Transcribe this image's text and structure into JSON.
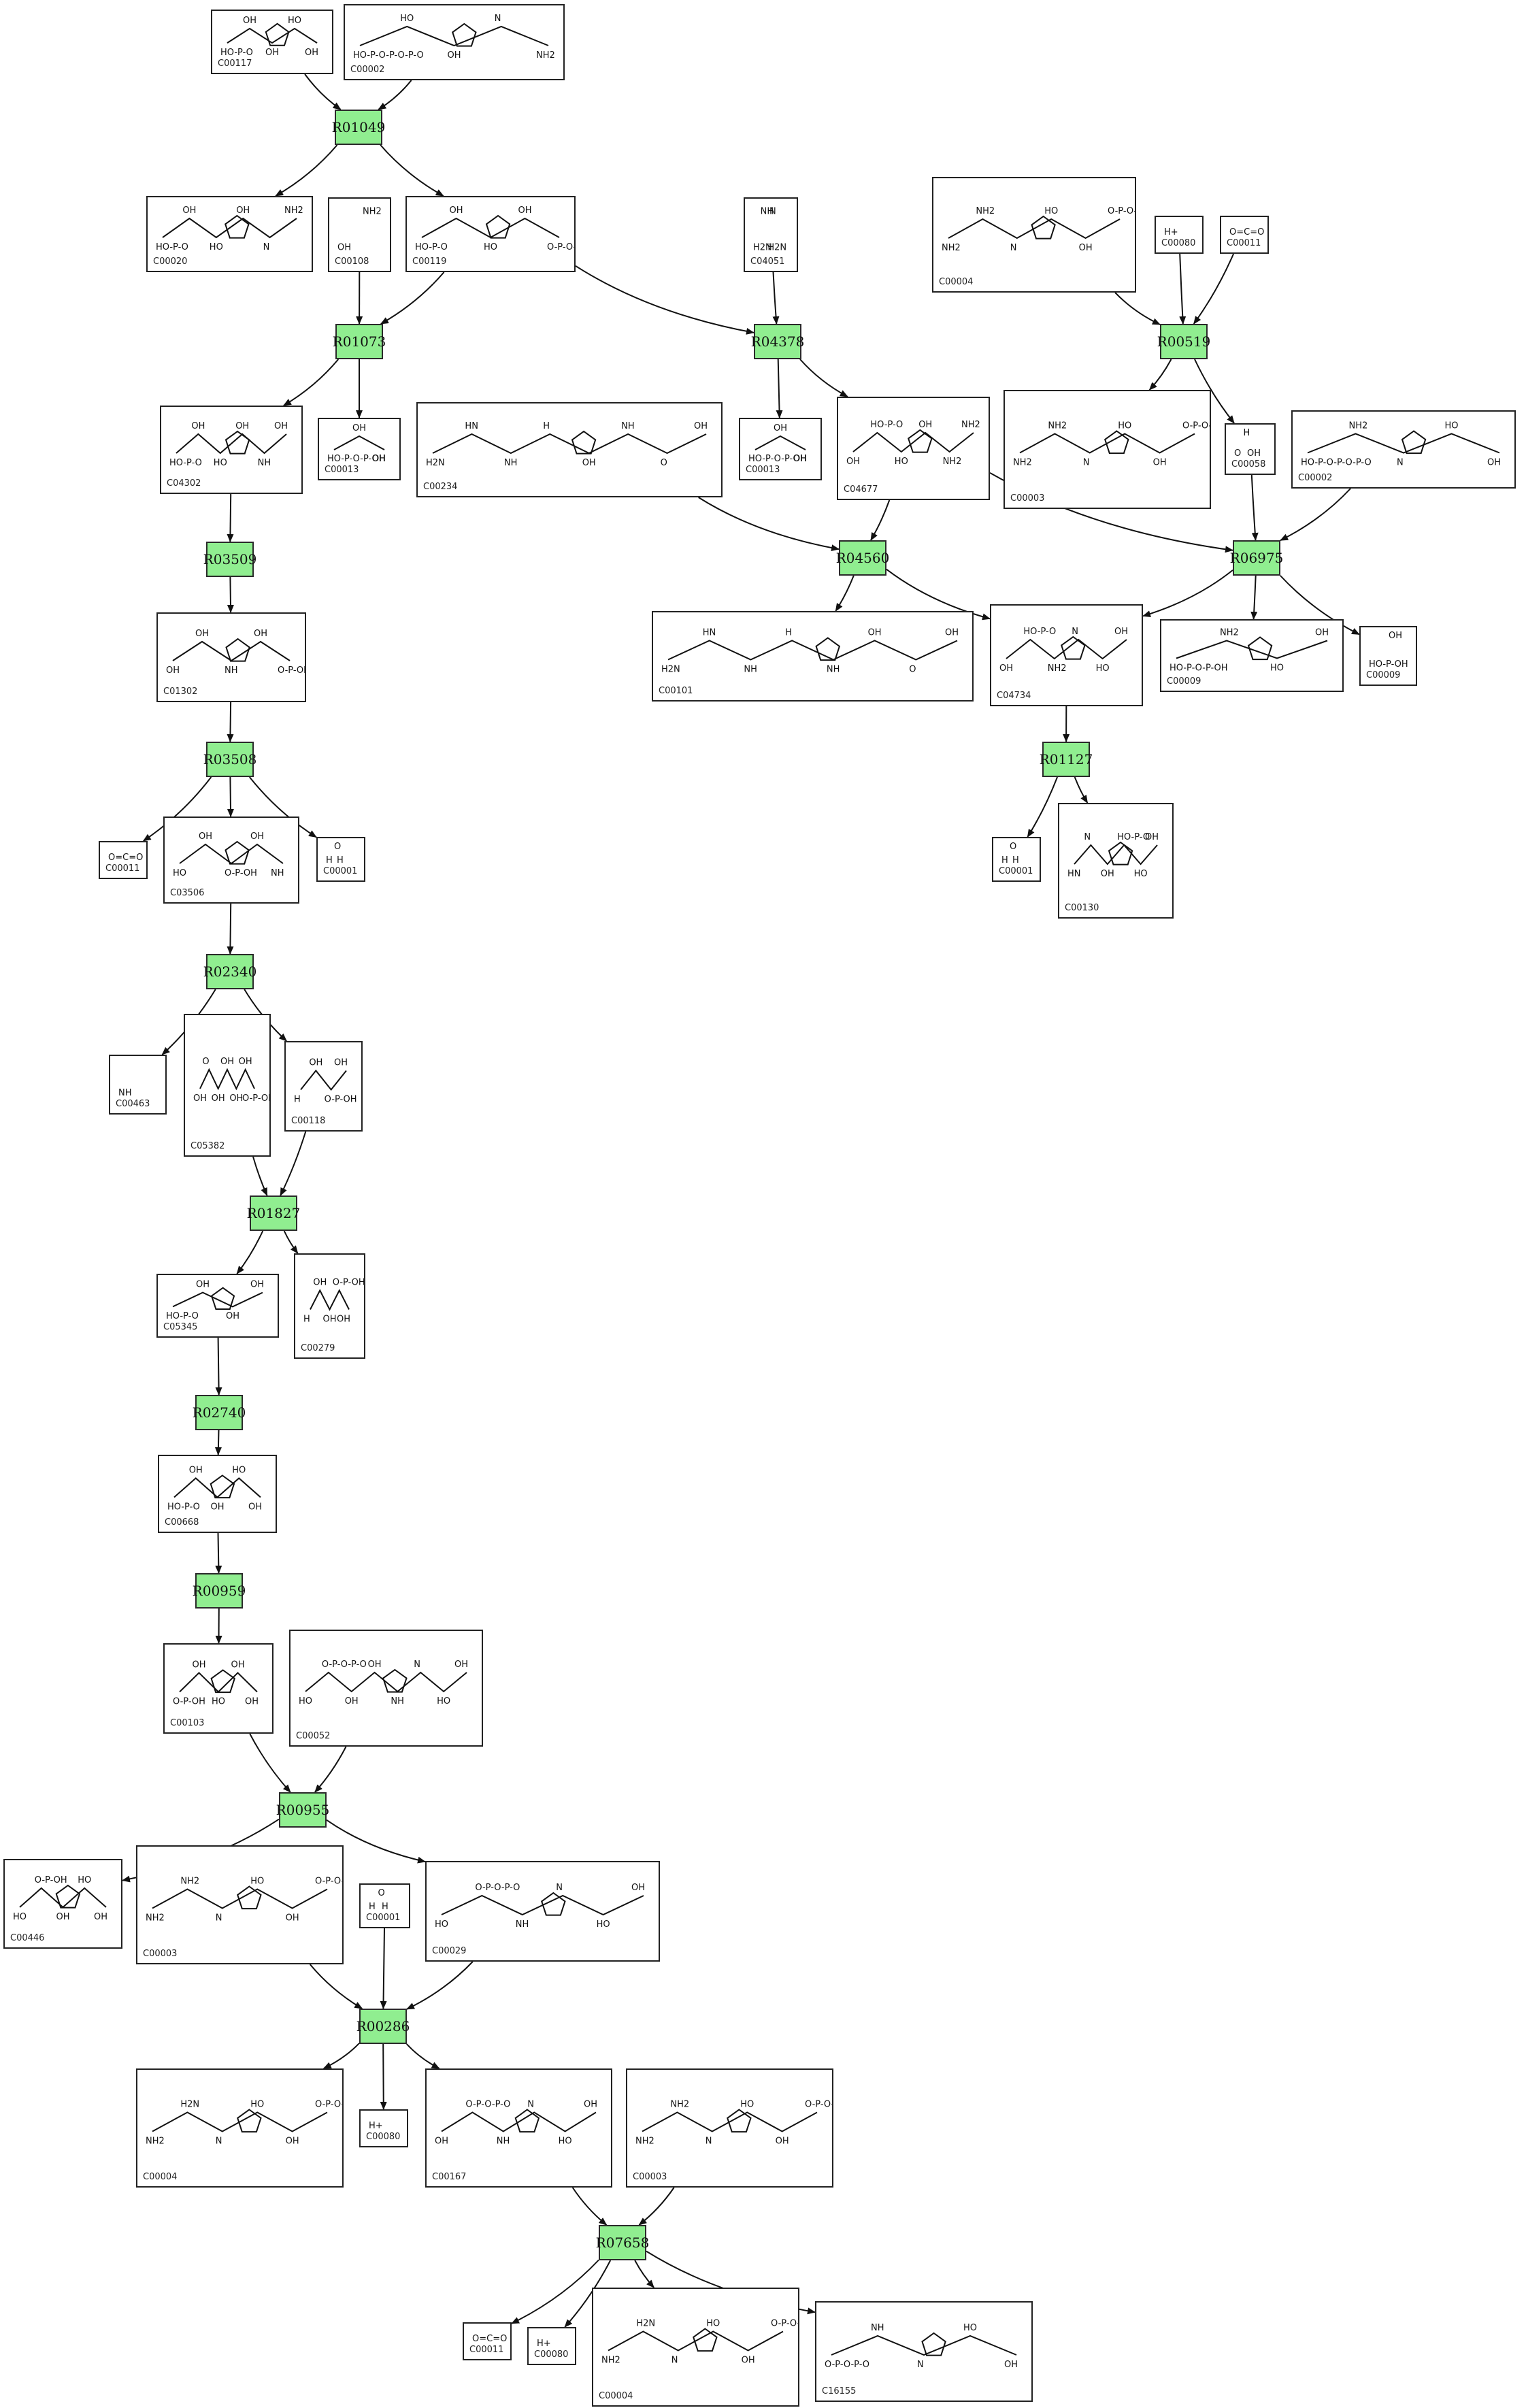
{
  "reactions": [
    {
      "id": "R01049",
      "label": "R01049"
    },
    {
      "id": "R01073",
      "label": "R01073"
    },
    {
      "id": "R04378",
      "label": "R04378"
    },
    {
      "id": "R00519",
      "label": "R00519"
    },
    {
      "id": "R03509",
      "label": "R03509"
    },
    {
      "id": "R04560",
      "label": "R04560"
    },
    {
      "id": "R06975",
      "label": "R06975"
    },
    {
      "id": "R03508",
      "label": "R03508"
    },
    {
      "id": "R01127",
      "label": "R01127"
    },
    {
      "id": "R02340",
      "label": "R02340"
    },
    {
      "id": "R01827",
      "label": "R01827"
    },
    {
      "id": "R02740",
      "label": "R02740"
    },
    {
      "id": "R00959",
      "label": "R00959"
    },
    {
      "id": "R00955",
      "label": "R00955"
    },
    {
      "id": "R00286",
      "label": "R00286"
    },
    {
      "id": "R07658",
      "label": "R07658"
    }
  ],
  "compounds": [
    {
      "key": "c1",
      "label": "C00117",
      "structure_text": [
        "HO-P-O",
        "OH",
        "OH",
        "HO",
        "OH"
      ]
    },
    {
      "key": "c2",
      "label": "C00002",
      "structure_text": [
        "HO-P-O-P-O-P-O",
        "HO",
        "OH",
        "N",
        "NH2"
      ]
    },
    {
      "key": "c3",
      "label": "C00020",
      "structure_text": [
        "HO-P-O",
        "OH",
        "HO",
        "OH",
        "N",
        "NH2"
      ]
    },
    {
      "key": "c4",
      "label": "C00108",
      "structure_text": [
        "OH",
        "NH2"
      ]
    },
    {
      "key": "c5",
      "label": "C00119",
      "structure_text": [
        "HO-P-O",
        "OH",
        "HO",
        "OH",
        "O-P-O-P-OH"
      ]
    },
    {
      "key": "c6",
      "label": "C04051",
      "structure_text": [
        "H2N",
        "NH",
        "H2N",
        "N"
      ]
    },
    {
      "key": "c7",
      "label": "C00004",
      "structure_text": [
        "NH2",
        "NH2",
        "N",
        "HO",
        "OH",
        "O-P-O-P-O"
      ]
    },
    {
      "key": "c8",
      "label": "C00080",
      "structure_text": [
        "H+"
      ]
    },
    {
      "key": "c9",
      "label": "C00011",
      "structure_text": [
        "O=C=O"
      ]
    },
    {
      "key": "c10",
      "label": "C04302",
      "structure_text": [
        "HO-P-O",
        "OH",
        "HO",
        "OH",
        "NH",
        "OH"
      ]
    },
    {
      "key": "c11",
      "label": "C00013",
      "structure_text": [
        "HO-P-O-P-OH",
        "OH",
        "OH"
      ]
    },
    {
      "key": "c12",
      "label": "C00234",
      "structure_text": [
        "H2N",
        "HN",
        "NH",
        "H",
        "OH",
        "NH",
        "O",
        "OH"
      ]
    },
    {
      "key": "c13",
      "label": "C00013",
      "structure_text": [
        "HO-P-O-P-OH",
        "OH",
        "OH"
      ]
    },
    {
      "key": "c14",
      "label": "C04677",
      "structure_text": [
        "OH",
        "HO-P-O",
        "HO",
        "OH",
        "NH2",
        "NH2"
      ]
    },
    {
      "key": "c15",
      "label": "C00003",
      "structure_text": [
        "NH2",
        "NH2",
        "N",
        "HO",
        "OH",
        "O-P-O-P-O"
      ]
    },
    {
      "key": "c16",
      "label": "C00058",
      "structure_text": [
        "O",
        "H",
        "OH"
      ]
    },
    {
      "key": "c17",
      "label": "C00002",
      "structure_text": [
        "HO-P-O-P-O-P-O",
        "NH2",
        "N",
        "HO",
        "OH"
      ]
    },
    {
      "key": "c18",
      "label": "C01302",
      "structure_text": [
        "OH",
        "OH",
        "NH",
        "OH",
        "O-P-OH"
      ]
    },
    {
      "key": "c19",
      "label": "C00101",
      "structure_text": [
        "H2N",
        "HN",
        "NH",
        "H",
        "NH",
        "OH",
        "O",
        "OH"
      ]
    },
    {
      "key": "c20",
      "label": "C04734",
      "structure_text": [
        "OH",
        "HO-P-O",
        "NH2",
        "N",
        "HO",
        "OH"
      ]
    },
    {
      "key": "c21",
      "label": "C00009",
      "structure_text": [
        "HO-P-O-P-OH",
        "NH2",
        "HO",
        "OH"
      ]
    },
    {
      "key": "c22",
      "label": "C00009",
      "structure_text": [
        "HO-P-OH",
        "OH"
      ]
    },
    {
      "key": "c23",
      "label": "C00011",
      "structure_text": [
        "O=C=O"
      ]
    },
    {
      "key": "c24",
      "label": "C03506",
      "structure_text": [
        "HO",
        "OH",
        "O-P-OH",
        "OH",
        "NH"
      ]
    },
    {
      "key": "c25",
      "label": "C00001",
      "structure_text": [
        "H",
        "O",
        "H"
      ]
    },
    {
      "key": "c26",
      "label": "C00001",
      "structure_text": [
        "H",
        "O",
        "H"
      ]
    },
    {
      "key": "c27",
      "label": "C00130",
      "structure_text": [
        "HN",
        "N",
        "OH",
        "HO-P-O",
        "HO",
        "OH"
      ]
    },
    {
      "key": "c28",
      "label": "C00463",
      "structure_text": [
        "NH"
      ]
    },
    {
      "key": "c29",
      "label": "C05382",
      "structure_text": [
        "OH",
        "O",
        "OH",
        "OH",
        "OH",
        "OH",
        "O-P-OH"
      ]
    },
    {
      "key": "c30",
      "label": "C00118",
      "structure_text": [
        "H",
        "OH",
        "O-P-OH",
        "OH"
      ]
    },
    {
      "key": "c31",
      "label": "C05345",
      "structure_text": [
        "HO-P-O",
        "OH",
        "OH",
        "OH"
      ]
    },
    {
      "key": "c32",
      "label": "C00279",
      "structure_text": [
        "H",
        "OH",
        "OH",
        "O-P-OH",
        "OH"
      ]
    },
    {
      "key": "c33",
      "label": "C00668",
      "structure_text": [
        "HO-P-O",
        "OH",
        "OH",
        "HO",
        "OH"
      ]
    },
    {
      "key": "c34",
      "label": "C00103",
      "structure_text": [
        "O-P-OH",
        "OH",
        "HO",
        "OH",
        "OH"
      ]
    },
    {
      "key": "c35",
      "label": "C00052",
      "structure_text": [
        "HO",
        "O-P-O-P-O",
        "OH",
        "OH",
        "NH",
        "N",
        "HO",
        "OH"
      ]
    },
    {
      "key": "c36",
      "label": "C00446",
      "structure_text": [
        "HO",
        "O-P-OH",
        "OH",
        "HO",
        "OH"
      ]
    },
    {
      "key": "c37",
      "label": "C00003",
      "structure_text": [
        "NH2",
        "NH2",
        "N",
        "HO",
        "OH",
        "O-P-O-P-O"
      ]
    },
    {
      "key": "c38",
      "label": "C00001",
      "structure_text": [
        "H",
        "O",
        "H"
      ]
    },
    {
      "key": "c39",
      "label": "C00029",
      "structure_text": [
        "HO",
        "O-P-O-P-O",
        "NH",
        "N",
        "HO",
        "OH"
      ]
    },
    {
      "key": "c40",
      "label": "C00004",
      "structure_text": [
        "NH2",
        "H2N",
        "N",
        "HO",
        "OH",
        "O-P-O-P-O"
      ]
    },
    {
      "key": "c41",
      "label": "C00080",
      "structure_text": [
        "H+"
      ]
    },
    {
      "key": "c42",
      "label": "C00167",
      "structure_text": [
        "OH",
        "O-P-O-P-O",
        "NH",
        "N",
        "HO",
        "OH"
      ]
    },
    {
      "key": "c43",
      "label": "C00003",
      "structure_text": [
        "NH2",
        "NH2",
        "N",
        "HO",
        "OH",
        "O-P-O-P-O"
      ]
    },
    {
      "key": "c44",
      "label": "C00011",
      "structure_text": [
        "O=C=O"
      ]
    },
    {
      "key": "c45",
      "label": "C00080",
      "structure_text": [
        "H+"
      ]
    },
    {
      "key": "c46",
      "label": "C00004",
      "structure_text": [
        "NH2",
        "H2N",
        "N",
        "HO",
        "OH",
        "O-P-O-P-O"
      ]
    },
    {
      "key": "c47",
      "label": "C16155",
      "structure_text": [
        "O-P-O-P-O",
        "NH",
        "N",
        "HO",
        "OH"
      ]
    }
  ],
  "edges": [
    [
      "c1",
      "R01049"
    ],
    [
      "c2",
      "R01049"
    ],
    [
      "R01049",
      "c3"
    ],
    [
      "R01049",
      "c5"
    ],
    [
      "c4",
      "R01073"
    ],
    [
      "c5",
      "R01073"
    ],
    [
      "R01073",
      "c10"
    ],
    [
      "R01073",
      "c11"
    ],
    [
      "c5",
      "R04378"
    ],
    [
      "c6",
      "R04378"
    ],
    [
      "R04378",
      "c13"
    ],
    [
      "R04378",
      "c14"
    ],
    [
      "c7",
      "R00519"
    ],
    [
      "c8",
      "R00519"
    ],
    [
      "c9",
      "R00519"
    ],
    [
      "R00519",
      "c15"
    ],
    [
      "R00519",
      "c16"
    ],
    [
      "c10",
      "R03509"
    ],
    [
      "R03509",
      "c18"
    ],
    [
      "c12",
      "R04560"
    ],
    [
      "c14",
      "R04560"
    ],
    [
      "R04560",
      "c19"
    ],
    [
      "R04560",
      "c20"
    ],
    [
      "c14",
      "R06975"
    ],
    [
      "c16",
      "R06975"
    ],
    [
      "c17",
      "R06975"
    ],
    [
      "R06975",
      "c20"
    ],
    [
      "R06975",
      "c21"
    ],
    [
      "R06975",
      "c22"
    ],
    [
      "c18",
      "R03508"
    ],
    [
      "R03508",
      "c23"
    ],
    [
      "R03508",
      "c24"
    ],
    [
      "R03508",
      "c25"
    ],
    [
      "c20",
      "R01127"
    ],
    [
      "R01127",
      "c26"
    ],
    [
      "R01127",
      "c27"
    ],
    [
      "c24",
      "R02340"
    ],
    [
      "R02340",
      "c28"
    ],
    [
      "R02340",
      "c30"
    ],
    [
      "c29",
      "R01827"
    ],
    [
      "c30",
      "R01827"
    ],
    [
      "R01827",
      "c31"
    ],
    [
      "R01827",
      "c32"
    ],
    [
      "c31",
      "R02740"
    ],
    [
      "R02740",
      "c33"
    ],
    [
      "c33",
      "R00959"
    ],
    [
      "R00959",
      "c34"
    ],
    [
      "c34",
      "R00955"
    ],
    [
      "c35",
      "R00955"
    ],
    [
      "R00955",
      "c36"
    ],
    [
      "R00955",
      "c39"
    ],
    [
      "c37",
      "R00286"
    ],
    [
      "c38",
      "R00286"
    ],
    [
      "c39",
      "R00286"
    ],
    [
      "R00286",
      "c40"
    ],
    [
      "R00286",
      "c41"
    ],
    [
      "R00286",
      "c42"
    ],
    [
      "c42",
      "R07658"
    ],
    [
      "c43",
      "R07658"
    ],
    [
      "R07658",
      "c44"
    ],
    [
      "R07658",
      "c45"
    ],
    [
      "R07658",
      "c46"
    ],
    [
      "R07658",
      "c47"
    ]
  ]
}
